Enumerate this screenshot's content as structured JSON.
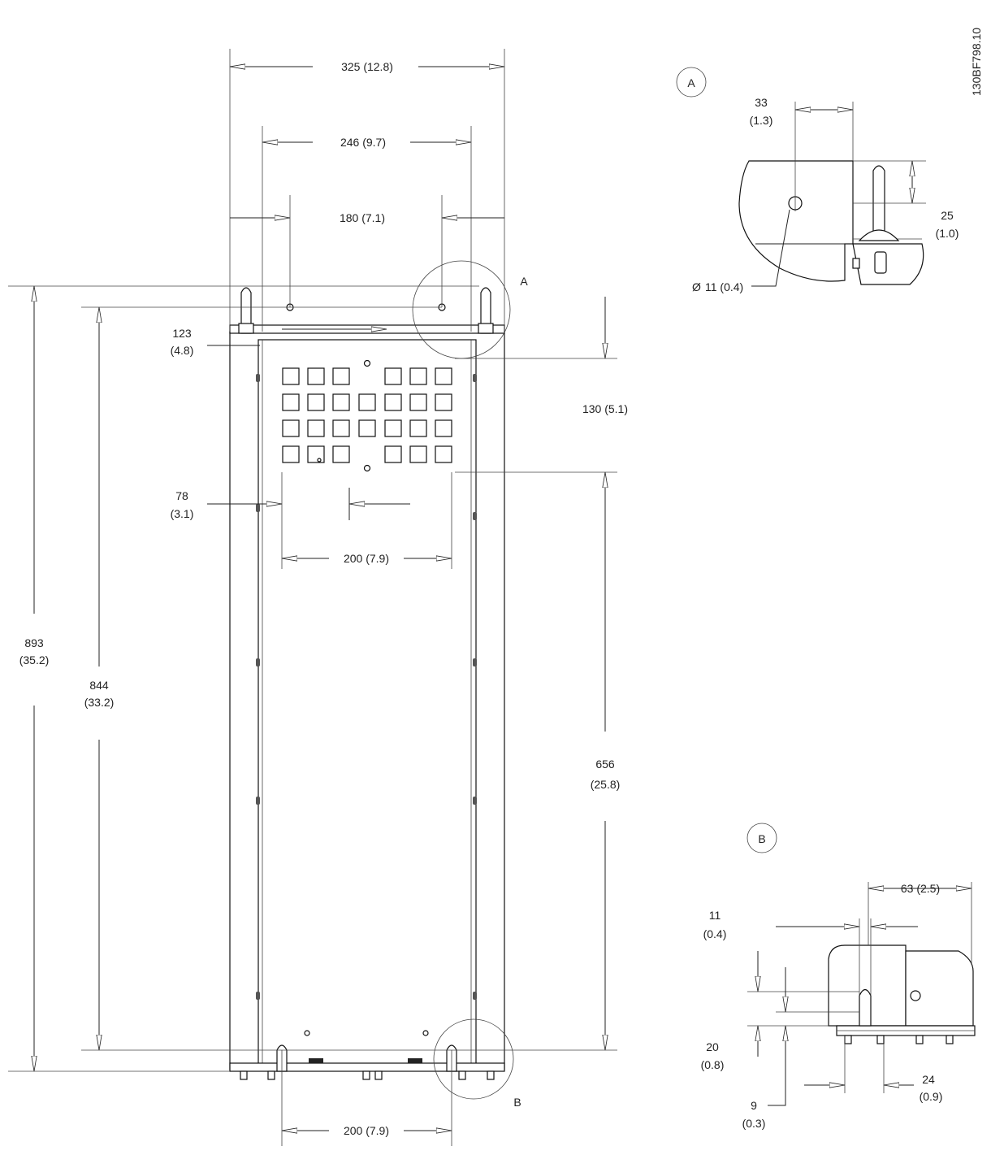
{
  "drawing_id": "130BF798.10",
  "main": {
    "w325": "325 (12.8)",
    "w246": "246 (9.7)",
    "w180": "180 (7.1)",
    "d123": "123",
    "d123_in": "(4.8)",
    "d130": "130 (5.1)",
    "d78": "78",
    "d78_in": "(3.1)",
    "w200_top": "200 (7.9)",
    "h893": "893",
    "h893_in": "(35.2)",
    "h844": "844",
    "h844_in": "(33.2)",
    "h656": "656",
    "h656_in": "(25.8)",
    "w200_bottom": "200 (7.9)",
    "label_a": "A",
    "label_b": "B"
  },
  "detail_a": {
    "label": "A",
    "d33": "33",
    "d33_in": "(1.3)",
    "d25": "25",
    "d25_in": "(1.0)",
    "hole": "11 (0.4)"
  },
  "detail_b": {
    "label": "B",
    "d63": "63 (2.5)",
    "d11": "11",
    "d11_in": "(0.4)",
    "d20": "20",
    "d20_in": "(0.8)",
    "d9": "9",
    "d9_in": "(0.3)",
    "d24": "24",
    "d24_in": "(0.9)"
  }
}
